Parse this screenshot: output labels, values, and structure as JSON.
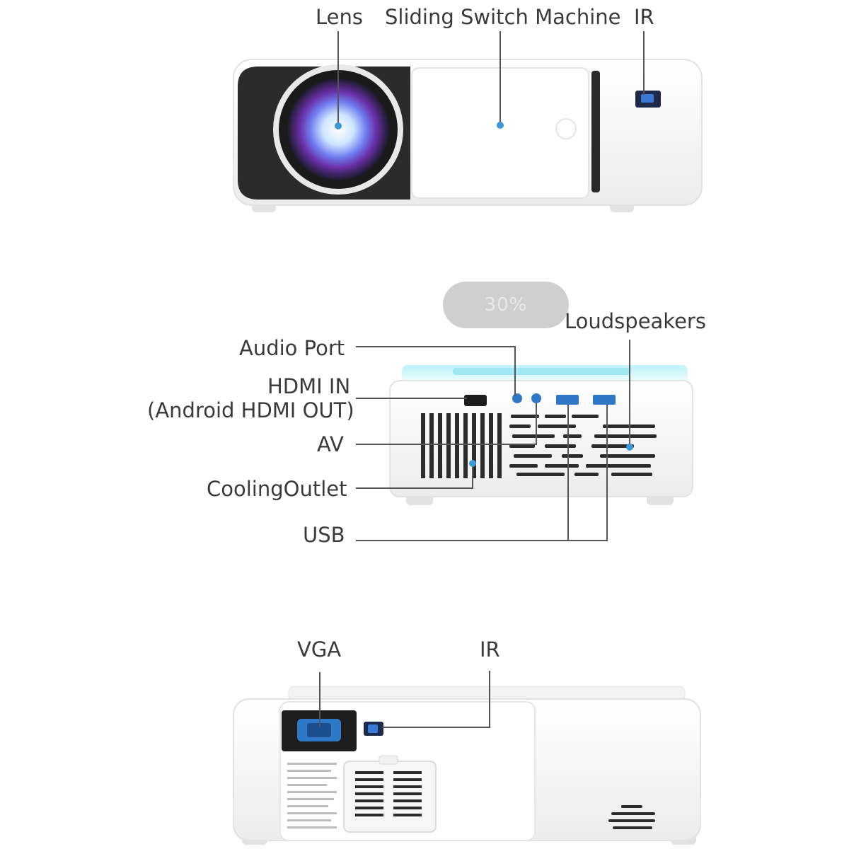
{
  "views": {
    "front": {
      "labels": {
        "lens": "Lens",
        "sliding_switch": "Sliding Switch Machine",
        "ir": "IR"
      }
    },
    "back": {
      "badge": "30%",
      "labels": {
        "loudspeakers": "Loudspeakers",
        "audio_port": "Audio Port",
        "hdmi_in": "HDMI IN",
        "android_hdmi_out": "(Android HDMI OUT)",
        "av": "AV",
        "cooling_outlet": "CoolingOutlet",
        "usb": "USB"
      }
    },
    "side": {
      "labels": {
        "vga": "VGA",
        "ir": "IR"
      }
    }
  },
  "colors": {
    "body_white": "#f7f7f7",
    "body_shadow": "#dcdcdc",
    "lens_panel": "#2b2b2b",
    "accent_cyan": "#9ee8f3",
    "port_blue": "#2f78c8",
    "callout_line": "#555555",
    "dot_blue": "#3a9ad9"
  }
}
